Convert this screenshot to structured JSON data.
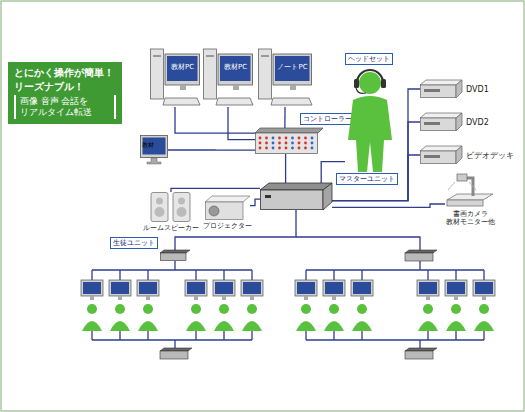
{
  "diagram": {
    "nodes": [
      {
        "text": [
          "とにかく操作が簡単！",
          "リーズナブル！"
        ]
      },
      {
        "text": [
          "画像 音声 会話を リアルタイム転送"
        ],
        "in": 0
      },
      {
        "text": [
          "教材PC"
        ]
      },
      {
        "text": [
          "教材PC"
        ]
      },
      {
        "text": [
          "ノートPC"
        ]
      },
      {
        "text": [
          "教材"
        ]
      },
      {
        "text": [
          "コントローラー"
        ]
      },
      {
        "text": [
          "ヘッドセット"
        ]
      },
      {
        "text": [
          "DVD1"
        ]
      },
      {
        "text": [
          "DVD2"
        ]
      },
      {
        "text": [
          "ビデオデッキ"
        ]
      },
      {
        "text": [
          "マスターユニット"
        ]
      },
      {
        "text": [
          "ルームスピーカー"
        ]
      },
      {
        "text": [
          "プロジェクター"
        ]
      },
      {
        "text": [
          "書画カメラ 教材モニター他"
        ]
      },
      {
        "text": [
          "生徒ユニット"
        ]
      }
    ],
    "edges": [
      {
        "from": 2,
        "to": 6,
        "arrow": "none"
      },
      {
        "from": 3,
        "to": 6,
        "arrow": "none"
      },
      {
        "from": 4,
        "to": 6,
        "arrow": "none"
      },
      {
        "from": 5,
        "to": 6,
        "arrow": "none"
      },
      {
        "from": 6,
        "to": 11,
        "arrow": "none"
      },
      {
        "from": 7,
        "to": 11,
        "arrow": "none"
      },
      {
        "from": 8,
        "to": 11,
        "arrow": "none"
      },
      {
        "from": 9,
        "to": 11,
        "arrow": "none"
      },
      {
        "from": 10,
        "to": 11,
        "arrow": "none"
      },
      {
        "from": 11,
        "to": 12,
        "arrow": "none"
      },
      {
        "from": 11,
        "to": 13,
        "arrow": "none"
      },
      {
        "from": 11,
        "to": 14,
        "arrow": "none"
      },
      {
        "from": 11,
        "to": 15,
        "arrow": "none"
      }
    ]
  }
}
